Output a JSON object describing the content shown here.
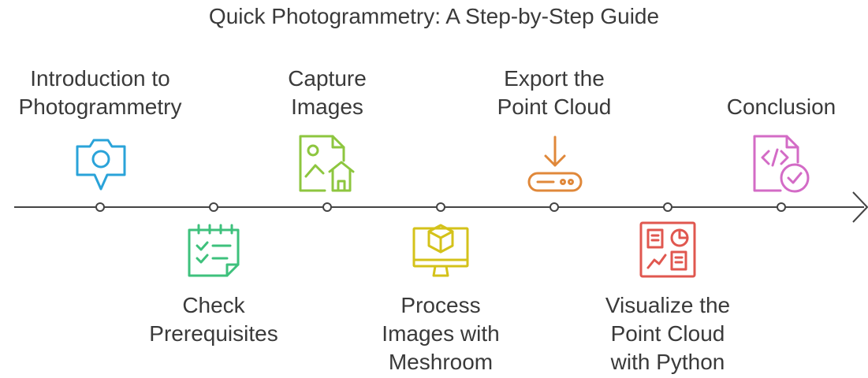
{
  "title": "Quick Photogrammetry: A Step-by-Step Guide",
  "steps": [
    {
      "label": "Introduction to\nPhotogrammetry",
      "position": "above",
      "icon": "camera-icon",
      "color": "#2aa3d9"
    },
    {
      "label": "Check\nPrerequisites",
      "position": "below",
      "icon": "checklist-icon",
      "color": "#3ec17c"
    },
    {
      "label": "Capture\nImages",
      "position": "above",
      "icon": "image-file-icon",
      "color": "#8dc63f"
    },
    {
      "label": "Process\nImages with\nMeshroom",
      "position": "below",
      "icon": "monitor-cube-icon",
      "color": "#d4c21a"
    },
    {
      "label": "Export the\nPoint Cloud",
      "position": "above",
      "icon": "download-device-icon",
      "color": "#e0883a"
    },
    {
      "label": "Visualize the\nPoint Cloud\nwith Python",
      "position": "below",
      "icon": "dashboard-icon",
      "color": "#e0574f"
    },
    {
      "label": "Conclusion",
      "position": "above",
      "icon": "code-check-icon",
      "color": "#d36bc6"
    }
  ],
  "colors": {
    "line": "#444444",
    "text": "#3a3a3a"
  }
}
